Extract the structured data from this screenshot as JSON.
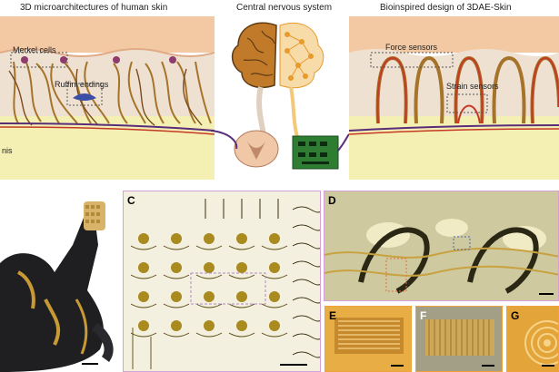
{
  "top": {
    "left_title": "3D microarchitectures of human skin",
    "center_title": "Central nervous system",
    "right_title": "Bioinspired design of 3DAE-Skin",
    "left_labels": {
      "merkel": "Merkel cells",
      "ruffini": "Ruffini endings",
      "dermis_fragment": "nis"
    },
    "right_labels": {
      "force": "Force sensors",
      "strain": "Strain sensors"
    }
  },
  "panels": {
    "C": {
      "letter": "C"
    },
    "D": {
      "letter": "D"
    },
    "E": {
      "letter": "E"
    },
    "F": {
      "letter": "F"
    },
    "G": {
      "letter": "G"
    }
  },
  "colors": {
    "epidermis": "#f3c9a4",
    "dermis": "#efe1d1",
    "hypodermis": "#f4f0b4",
    "nerve": "#a5732a",
    "nerve_dark": "#7a4a1f",
    "sensor_red": "#c53a24",
    "panel_border_pink": "#d4a0d8",
    "panel_border_orange": "#f2a23a",
    "brain_orange": "#e89a2a",
    "board_green": "#2e7d32"
  }
}
